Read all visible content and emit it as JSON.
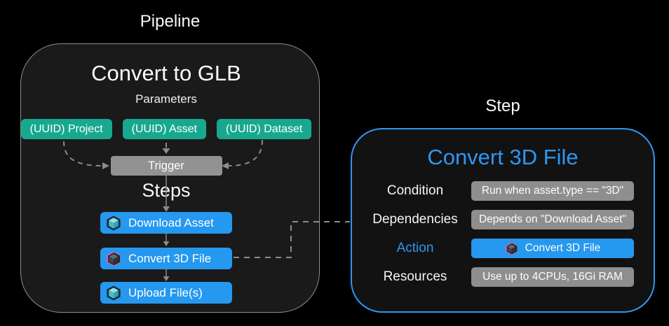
{
  "colors": {
    "background": "#000000",
    "pipeline_border": "#8f8f8f",
    "step_border": "#2e97f3",
    "green_node": "#18a88f",
    "blue_node": "#2598f0",
    "gray_node": "#929292",
    "accent_blue": "#2e97f3",
    "pink_icon": "#e55fb3",
    "teal_icon": "#46bccc"
  },
  "pipeline": {
    "header": "Pipeline",
    "title": "Convert to GLB",
    "parameters_label": "Parameters",
    "parameters": [
      {
        "label": "(UUID) Project"
      },
      {
        "label": "(UUID) Asset"
      },
      {
        "label": "(UUID) Dataset"
      }
    ],
    "trigger_label": "Trigger",
    "steps_label": "Steps",
    "steps": [
      {
        "label": "Download Asset",
        "icon": "teal-cube-icon"
      },
      {
        "label": "Convert 3D File",
        "icon": "pink-cube-icon"
      },
      {
        "label": "Upload File(s)",
        "icon": "teal-cube-icon"
      }
    ]
  },
  "step_detail": {
    "header": "Step",
    "title": "Convert 3D File",
    "rows": [
      {
        "label": "Condition",
        "value": "Run when asset.type == \"3D\"",
        "style": "gray"
      },
      {
        "label": "Dependencies",
        "value": "Depends on \"Download Asset\"",
        "style": "gray"
      },
      {
        "label": "Action",
        "value": "Convert 3D File",
        "style": "blue",
        "icon": "pink-cube-icon"
      },
      {
        "label": "Resources",
        "value": "Use up to 4CPUs, 16Gi RAM",
        "style": "gray"
      }
    ]
  }
}
